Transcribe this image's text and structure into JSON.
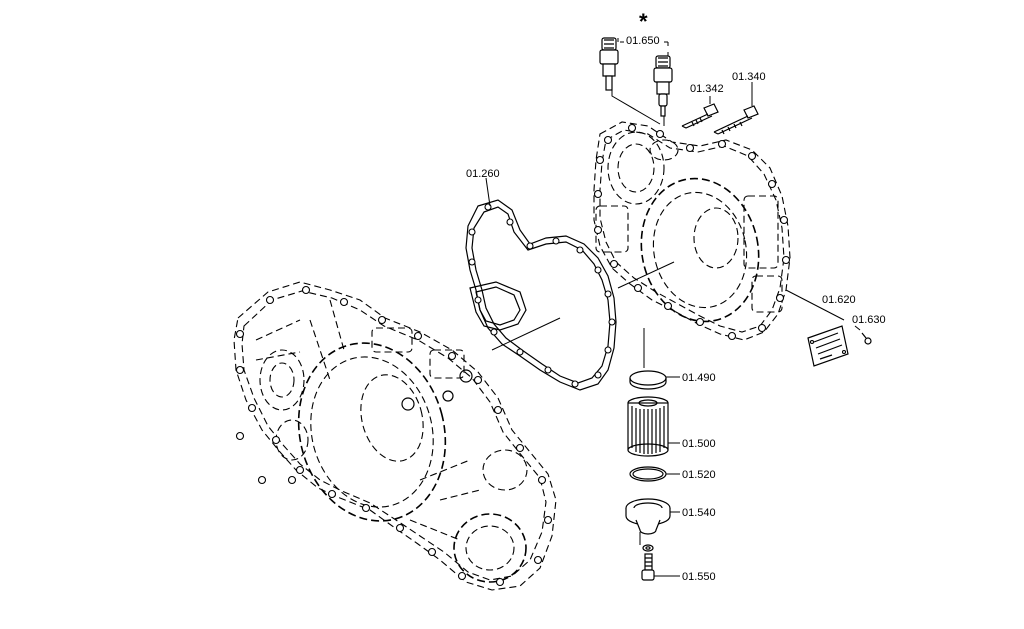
{
  "diagram": {
    "marker": "*",
    "labels": {
      "p01650": "01.650",
      "p01342": "01.342",
      "p01340": "01.340",
      "p01260": "01.260",
      "p01620": "01.620",
      "p01630": "01.630",
      "p01490": "01.490",
      "p01500": "01.500",
      "p01520": "01.520",
      "p01540": "01.540",
      "p01550": "01.550"
    }
  }
}
